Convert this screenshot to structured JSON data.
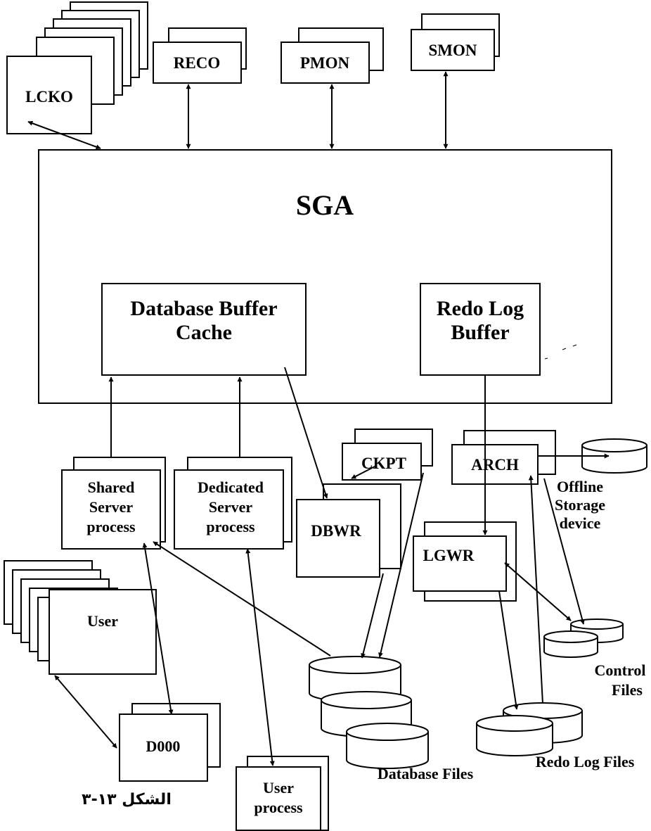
{
  "processes": {
    "lcko": "LCKO",
    "reco": "RECO",
    "pmon": "PMON",
    "smon": "SMON",
    "ckpt": "CKPT",
    "arch": "ARCH",
    "dbwr": "DBWR",
    "lgwr": "LGWR",
    "d000": "D000"
  },
  "sga": {
    "title": "SGA",
    "db_buffer_cache": [
      "Database Buffer",
      "Cache"
    ],
    "redo_log_buffer": [
      "Redo Log",
      "Buffer"
    ]
  },
  "servers": {
    "shared": [
      "Shared",
      "Server",
      "process"
    ],
    "dedicated": [
      "Dedicated",
      "Server",
      "process"
    ]
  },
  "users": {
    "user": "User",
    "user_process": [
      "User",
      "process"
    ]
  },
  "storage": {
    "offline": [
      "Offline",
      "Storage",
      "device"
    ],
    "control_files": [
      "Control",
      "Files"
    ],
    "database_files": "Database Files",
    "redo_log_files": "Redo Log Files"
  },
  "caption": "الشكل ١٣-٣"
}
